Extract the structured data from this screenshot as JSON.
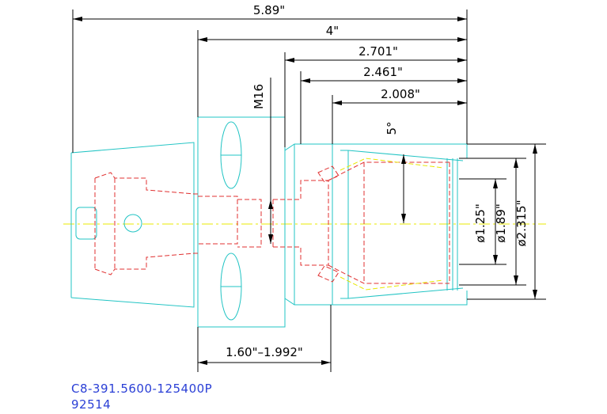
{
  "drawing": {
    "dimensions": {
      "overall_length": "5.89\"",
      "flange_length": "4\"",
      "collet_2701": "2.701\"",
      "collet_2461": "2.461\"",
      "collet_2008": "2.008\"",
      "thread": "M16",
      "angle": "5°",
      "gauge_range": "1.60\"–1.992\"",
      "dia_125": "ø1.25\"",
      "dia_189": "ø1.89\"",
      "dia_2315": "ø2.315\""
    },
    "part_number": "C8-391.5600-125400P",
    "drawing_number": "92514"
  },
  "colors": {
    "outline": "#22c4c4",
    "hidden": "#e03030",
    "dimension": "#000000",
    "centerline": "#e8e800",
    "text_blue": "#2a3fd6"
  }
}
